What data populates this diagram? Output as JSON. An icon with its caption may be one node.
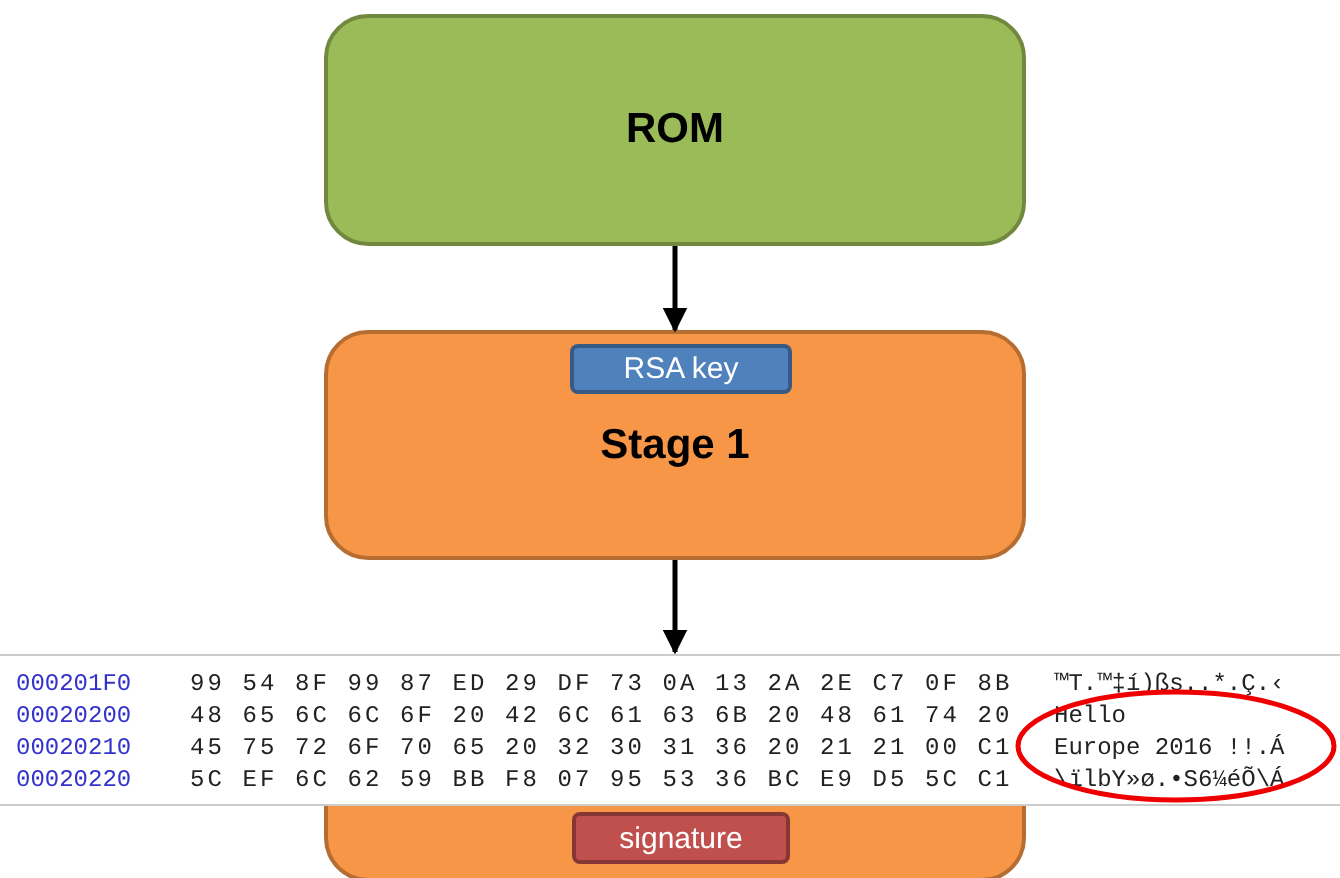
{
  "diagram": {
    "nodes": [
      {
        "text": [
          "ROM"
        ]
      },
      {
        "text": [
          "Stage 1"
        ]
      },
      {
        "text": [
          "RSA key"
        ],
        "in": 1
      },
      {
        "text": [],
        "shape": "box"
      },
      {
        "text": [
          "signature"
        ],
        "in": 3
      }
    ],
    "edges": [
      {
        "from": 0,
        "to": 1,
        "arrow": "to"
      },
      {
        "from": 1,
        "to": 3,
        "arrow": "to"
      }
    ],
    "labels": [
      "000201F0",
      "99 54 8F 99 87 ED 29 DF 73 0A 13 2A 2E C7 0F 8B",
      "™T.™‡í)ßs..*.Ç.‹",
      "00020200",
      "48 65 6C 6C 6F 20 42 6C 61 63 6B 20 48 61 74 20",
      "Hello",
      "00020210",
      "45 75 72 6F 70 65 20 32 30 31 36 20 21 21 00 C1",
      "Europe 2016 !!.Á",
      "00020220",
      "5C EF 6C 62 59 BB F8 07 95 53 36 BC E9 D5 5C C1",
      "\\ïlbY»ø.•S6¼éÕ\\Á"
    ]
  }
}
